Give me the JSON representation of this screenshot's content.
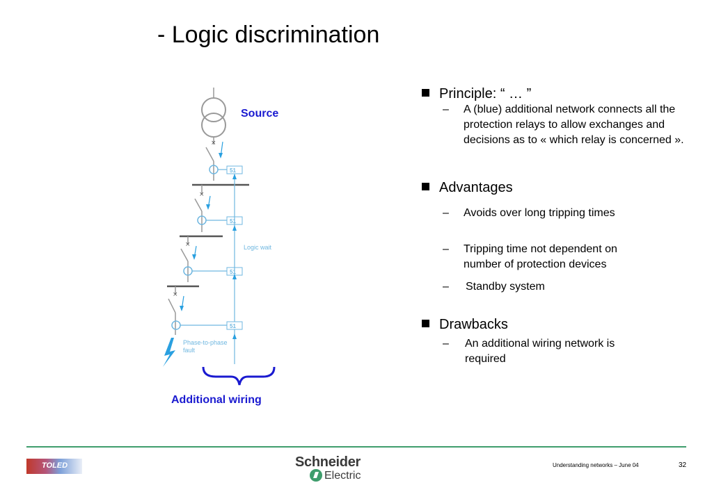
{
  "slide": {
    "title": "- Logic discrimination"
  },
  "diagram": {
    "source_label": "Source",
    "relay_label": "51",
    "logic_wait_label": "Logic wait",
    "fault_label_line1": "Phase-to-phase",
    "fault_label_line2": "fault",
    "additional_wiring_label": "Additional wiring"
  },
  "content": {
    "principle": {
      "heading": "Principle: “ … ”",
      "items": [
        "A (blue) additional network connects all the protection relays to allow exchanges and decisions as to « which relay is concerned »."
      ]
    },
    "advantages": {
      "heading": "Advantages",
      "items": [
        "Avoids over long tripping times",
        "Tripping time not dependent on number of protection devices",
        "Standby system"
      ]
    },
    "drawbacks": {
      "heading": "Drawbacks",
      "items": [
        "An additional wiring network is required"
      ]
    },
    "dash": "–"
  },
  "footer": {
    "logo_left_text": "TOLED",
    "brand_line1": "Schneider",
    "brand_line2": "Electric",
    "caption": "Understanding networks – June 04",
    "page_number": "32"
  },
  "colors": {
    "blue_wiring": "#1a1ad0",
    "light_blue": "#6fb7e0",
    "footer_green": "#3e9d6c"
  }
}
